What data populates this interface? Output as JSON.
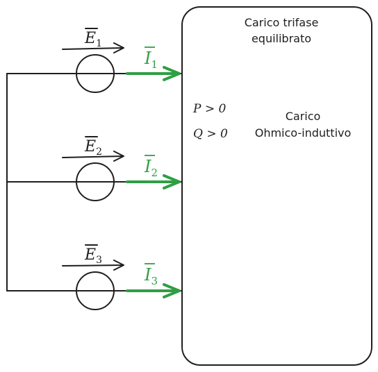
{
  "load": {
    "title_line1": "Carico trifase",
    "title_line2": "equilibrato",
    "type_line1": "Carico",
    "type_line2": "Ohmico-induttivo",
    "p_condition": "P > 0",
    "q_condition": "Q > 0"
  },
  "phases": [
    {
      "emf_symbol": "E",
      "emf_index": "1",
      "current_symbol": "I",
      "current_index": "1"
    },
    {
      "emf_symbol": "E",
      "emf_index": "2",
      "current_symbol": "I",
      "current_index": "2"
    },
    {
      "emf_symbol": "E",
      "emf_index": "3",
      "current_symbol": "I",
      "current_index": "3"
    }
  ],
  "colors": {
    "ink": "#1e1e1e",
    "current": "#2f9e44"
  }
}
